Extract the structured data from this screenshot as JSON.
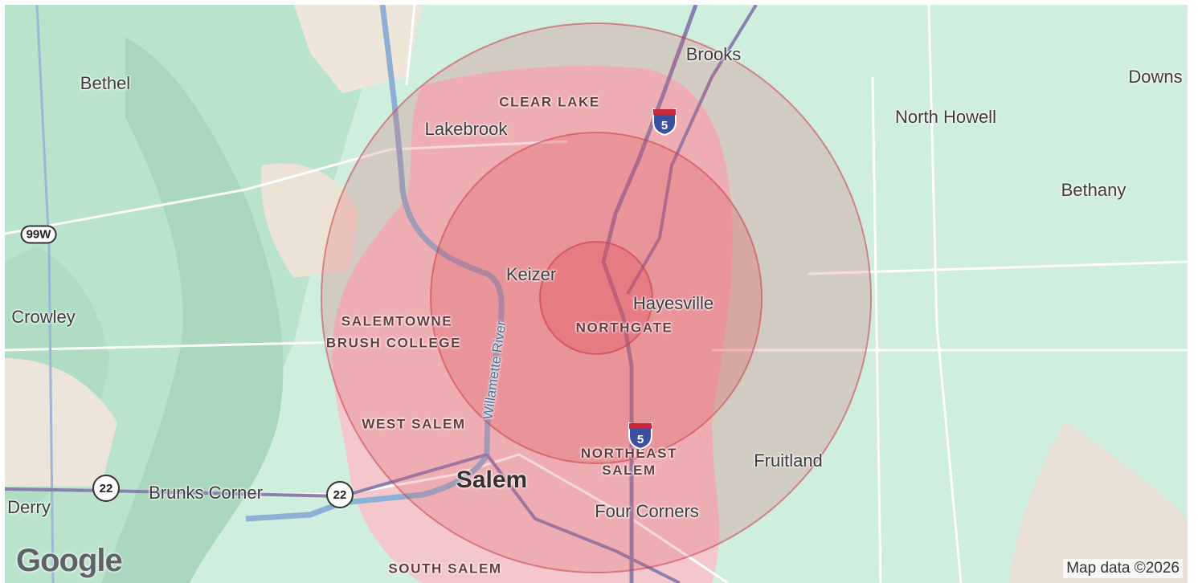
{
  "map": {
    "towns": [
      {
        "key": "bethel",
        "label": "Bethel"
      },
      {
        "key": "crowley",
        "label": "Crowley"
      },
      {
        "key": "derry",
        "label": "Derry"
      },
      {
        "key": "brunks",
        "label": "Brunks Corner"
      },
      {
        "key": "brooks",
        "label": "Brooks"
      },
      {
        "key": "north_howell",
        "label": "North Howell"
      },
      {
        "key": "downs",
        "label": "Downs"
      },
      {
        "key": "bethany",
        "label": "Bethany"
      },
      {
        "key": "lakebrook",
        "label": "Lakebrook"
      },
      {
        "key": "keizer",
        "label": "Keizer"
      },
      {
        "key": "hayesville",
        "label": "Hayesville"
      },
      {
        "key": "fruitland",
        "label": "Fruitland"
      },
      {
        "key": "four_corners",
        "label": "Four Corners"
      }
    ],
    "city": "Salem",
    "districts": {
      "clear_lake": "CLEAR LAKE",
      "northgate": "NORTHGATE",
      "salemtowne": "SALEMTOWNE",
      "brush_college": "BRUSH COLLEGE",
      "west_salem": "WEST SALEM",
      "northeast_salem": "NORTHEAST\nSALEM",
      "south_salem": "SOUTH SALEM"
    },
    "river": "Willamette River",
    "shields": {
      "i5": "5",
      "us99w": "99W",
      "or22": "22"
    },
    "radius_rings": 3,
    "ring_color": "#e0505a",
    "logo": "Google",
    "attribution": "Map data ©2026"
  }
}
